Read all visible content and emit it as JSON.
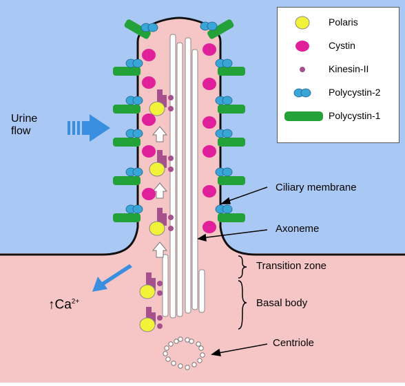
{
  "colors": {
    "outside": "#aac8f4",
    "inside": "#f6c6c6",
    "membrane_line": "#111111",
    "polaris": "#f2f23a",
    "cystin": "#e0209a",
    "kinesin": "#a6508e",
    "polycystin2": "#3aa6d8",
    "polycystin1": "#23a23a",
    "arrow": "#3a8ee0",
    "motor_bar": "#a6508e"
  },
  "legend": {
    "items": [
      {
        "label": "Polaris",
        "icon": "polaris-icon"
      },
      {
        "label": "Cystin",
        "icon": "cystin-icon"
      },
      {
        "label": "Kinesin-II",
        "icon": "kinesin-ii-icon"
      },
      {
        "label": "Polycystin-2",
        "icon": "polycystin-2-icon"
      },
      {
        "label": "Polycystin-1",
        "icon": "polycystin-1-icon"
      }
    ]
  },
  "labels": {
    "urine_flow_line1": "Urine",
    "urine_flow_line2": "flow",
    "ciliary_membrane": "Ciliary membrane",
    "axoneme": "Axoneme",
    "transition_zone": "Transition zone",
    "basal_body": "Basal body",
    "centriole": "Centriole",
    "calcium_arrow": "↑",
    "calcium": "Ca",
    "calcium_charge": "2+"
  }
}
